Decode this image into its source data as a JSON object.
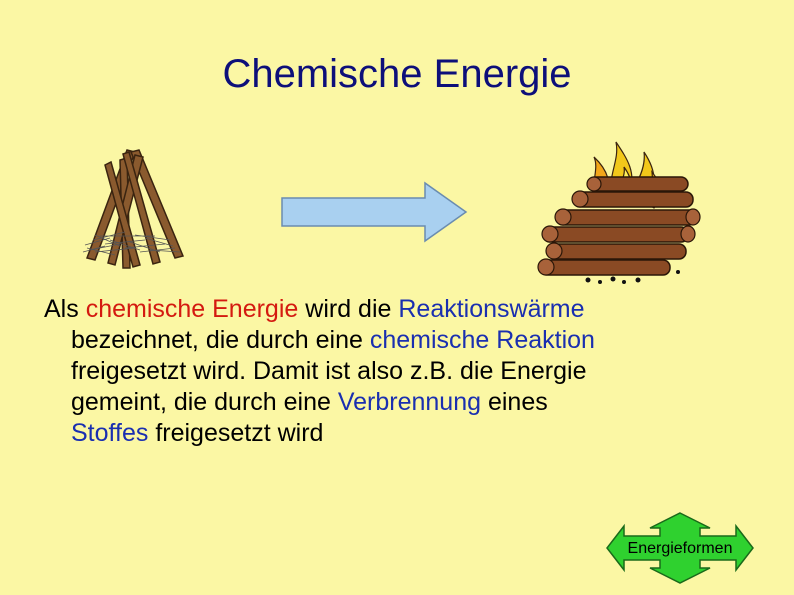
{
  "slide": {
    "title": "Chemische Energie",
    "body": {
      "l1a": "Als ",
      "l1b": "chemische Energie",
      "l1c": " wird die ",
      "l1d": "Reaktionswärme",
      "l2a": "bezeichnet, die durch eine ",
      "l2b": "chemische Reaktion",
      "l3": "freigesetzt wird. Damit ist also z.B. die Energie",
      "l4a": "gemeint, die durch eine ",
      "l4b": "Verbrennung",
      "l4c": " eines",
      "l5a": "Stoffes",
      "l5b": " freigesetzt wird"
    },
    "nav_button": {
      "label": "Energieformen"
    }
  },
  "colors": {
    "background": "#fbf7a4",
    "title": "#0d0f7a",
    "highlight_red": "#d41a10",
    "highlight_blue": "#1a2fb0",
    "arrow_fill": "#a9d0f0",
    "nav_fill": "#2fd12f"
  },
  "icons": [
    "woodpile-icon",
    "arrow-right-icon",
    "bonfire-icon",
    "four-way-arrow-icon"
  ]
}
